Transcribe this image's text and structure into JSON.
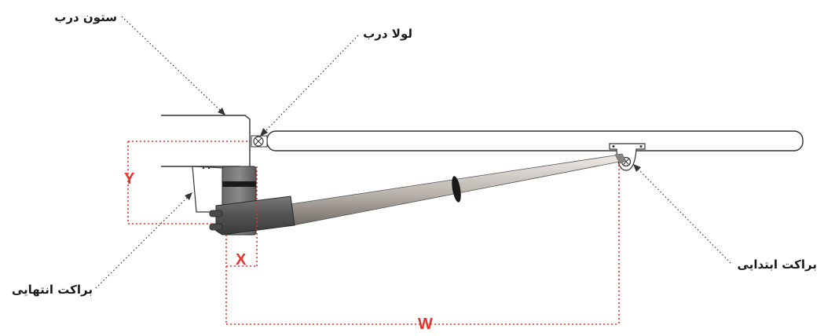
{
  "labels": {
    "door_column": "ستون درب",
    "door_hinge": "لولا درب",
    "end_bracket": "براکت انتهایی",
    "start_bracket": "براکت ابتدایی"
  },
  "dimensions": {
    "x": "X",
    "y": "Y",
    "w": "W"
  },
  "colors": {
    "dimension": "#e8312a",
    "leader": "#333333",
    "outline": "#333333",
    "actuator_body": "#5a5a5a",
    "actuator_band": "#1a1a1a",
    "rod_light": "#e6e1dc",
    "rod_dark": "#6d6761"
  }
}
